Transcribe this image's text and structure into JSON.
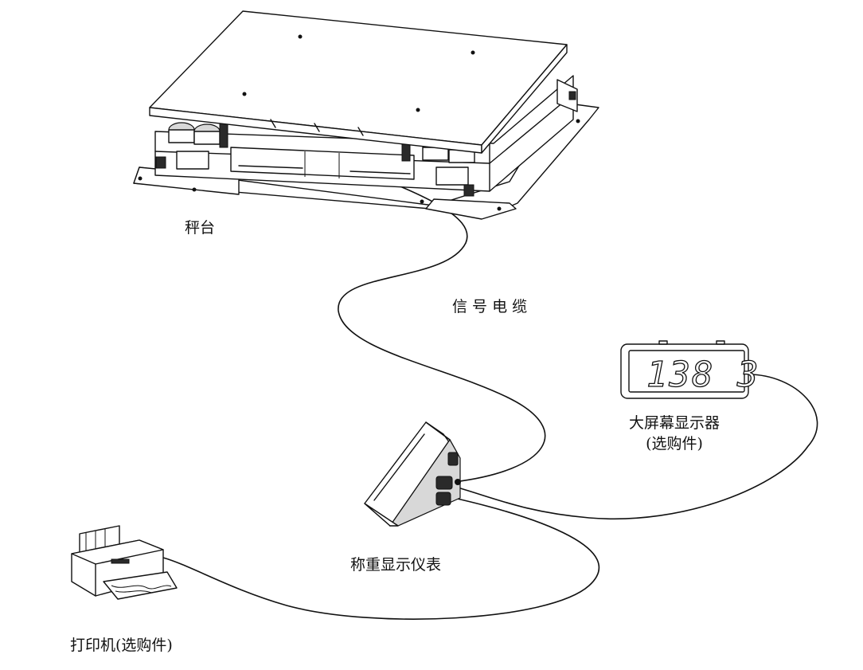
{
  "labels": {
    "platform": "秤台",
    "signal_cable": "信 号 电 缆",
    "big_display": "大屏幕显示器",
    "big_display_optional": "(选购件)",
    "indicator": "称重显示仪表",
    "printer": "打印机(选购件)"
  },
  "big_display_readout": "138 3",
  "icons": [
    "weighing-platform-icon",
    "indicator-box-icon",
    "large-display-icon",
    "printer-icon"
  ],
  "colors": {
    "line": "#111111",
    "background": "#ffffff"
  }
}
